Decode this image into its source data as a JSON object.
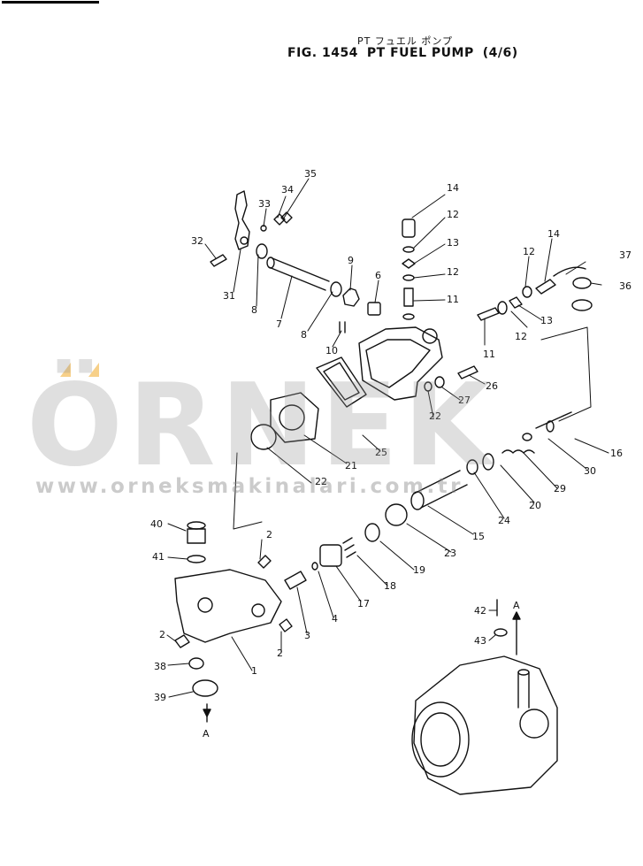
{
  "header": {
    "title_jp": "PT フュエル ポンプ",
    "fig_no": "FIG. 1454",
    "title": "PT FUEL PUMP",
    "sheet": "(4/6)"
  },
  "watermark": {
    "brand": "ÖRNEK",
    "url": "www.orneksmakinalari.com.tr",
    "accent_color": "#f0aa28",
    "text_color": "#969696"
  },
  "callouts": [
    "35",
    "34",
    "33",
    "32",
    "31",
    "8",
    "7",
    "8",
    "9",
    "10",
    "6",
    "14",
    "12",
    "13",
    "12",
    "11",
    "14",
    "12",
    "13",
    "12",
    "37",
    "36",
    "11",
    "26",
    "27",
    "22",
    "25",
    "21",
    "22",
    "16",
    "30",
    "29",
    "20",
    "24",
    "15",
    "23",
    "19",
    "18",
    "17",
    "4",
    "3",
    "40",
    "41",
    "2",
    "2",
    "38",
    "39",
    "A",
    "1",
    "2",
    "42",
    "43",
    "A"
  ]
}
